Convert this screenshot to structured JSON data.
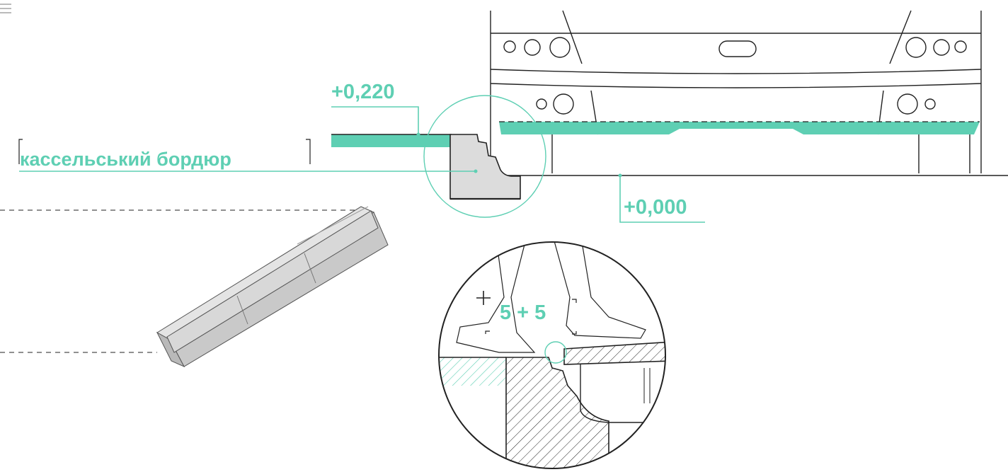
{
  "labels": {
    "top_level": "+0,220",
    "ground_level": "+0,000",
    "curb_name": "кассельський бордюр",
    "gap": "5 + 5"
  },
  "colors": {
    "accent": "#5ecfb3",
    "line": "#222222",
    "curb_fill": "#dcdcdc",
    "curb_iso_fill": "#d2d2d2"
  },
  "icons": {
    "menu": "menu-icon"
  }
}
